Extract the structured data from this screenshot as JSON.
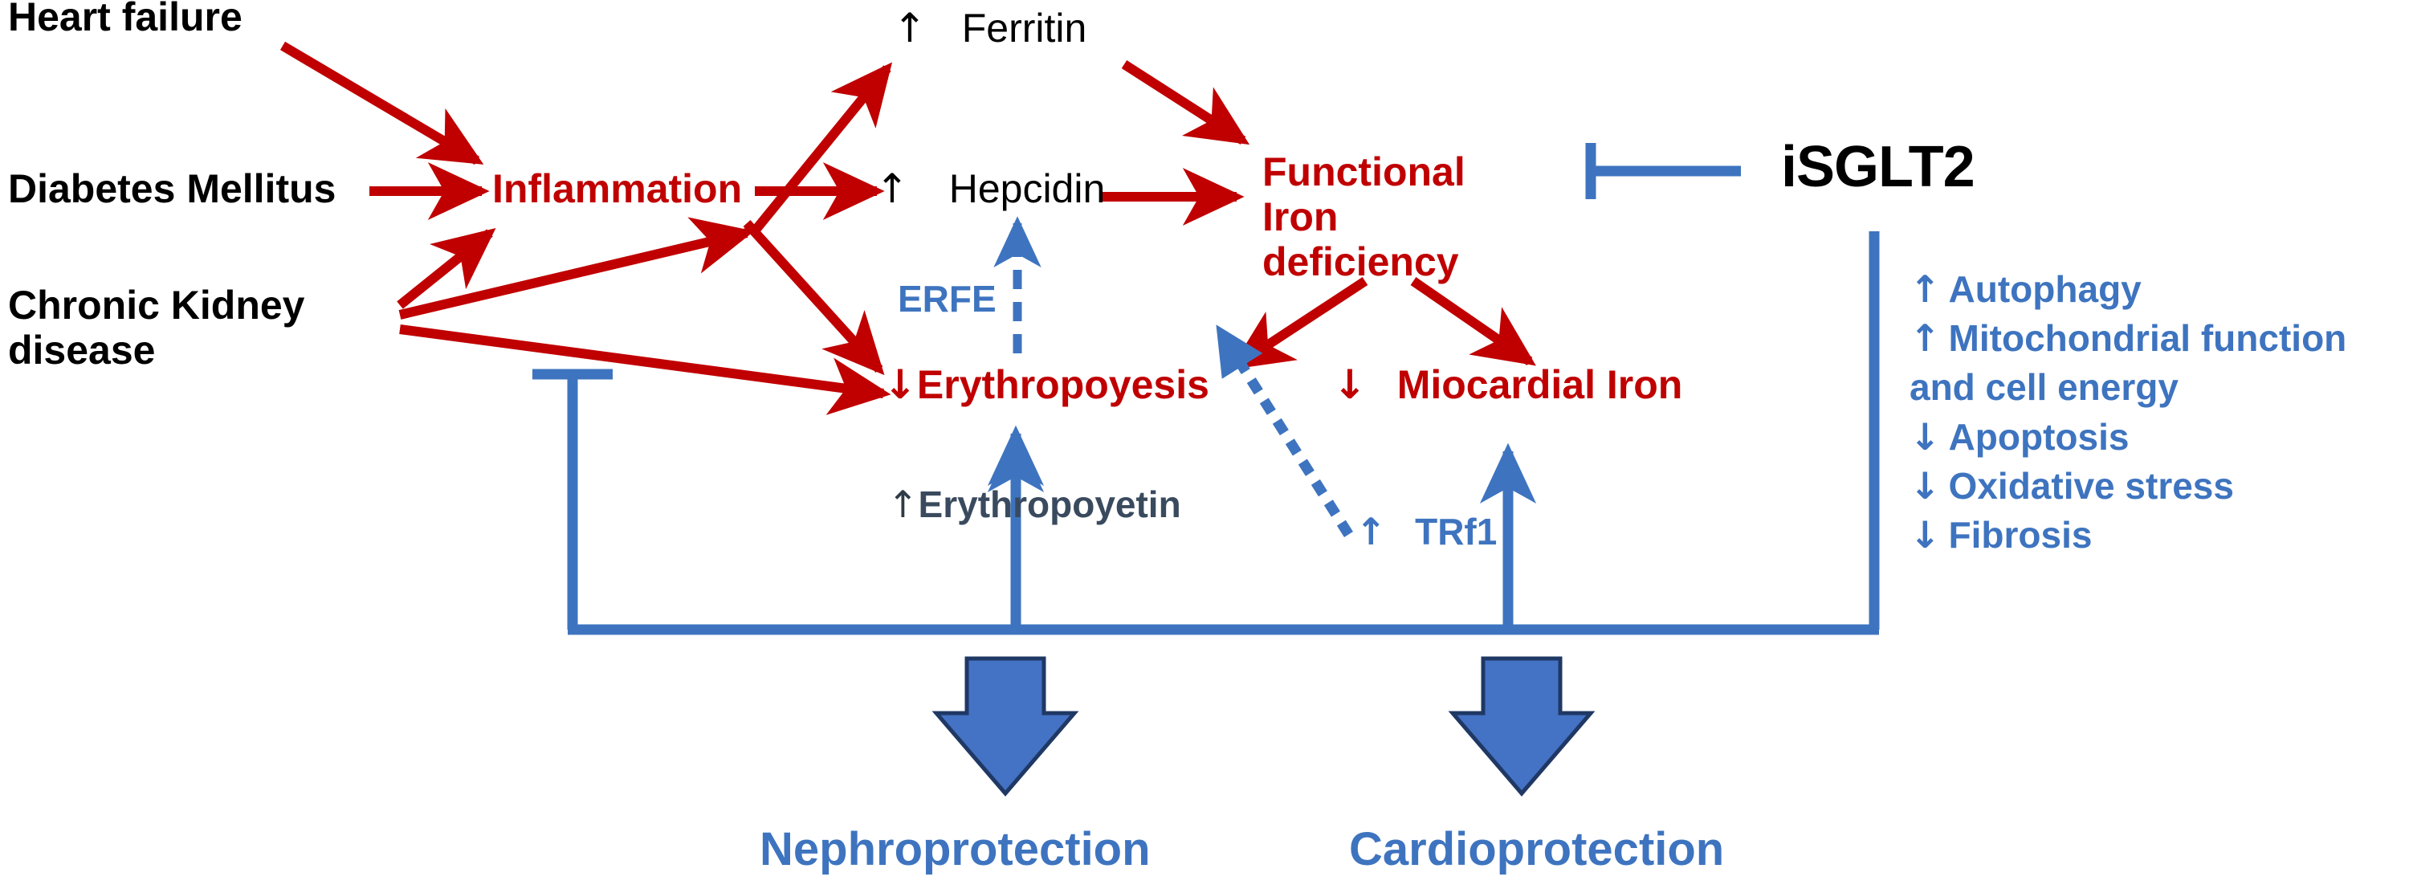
{
  "diagram": {
    "title": "Iron metabolism and iSGLT2 mechanism pathway",
    "colors": {
      "red": "#C00000",
      "blue": "#3E74BF",
      "black": "#000000",
      "slate": "#3A4A5E",
      "arrow_outline": "#1F3864",
      "background": "#FFFFFF"
    }
  },
  "causes": {
    "heart_failure": "Heart failure",
    "diabetes_mellitus": "Diabetes Mellitus",
    "chronic_kidney_disease": "Chronic Kidney disease"
  },
  "nodes": {
    "inflammation": "Inflammation",
    "ferritin_arrow": "↑",
    "ferritin": "Ferritin",
    "hepcidin_arrow": "↑",
    "hepcidin": "Hepcidin",
    "functional_iron_deficiency": "Functional Iron deficiency",
    "erfe": "ERFE",
    "erythropoyesis_arrow": "↓",
    "erythropoyesis": "Erythropoyesis",
    "miocardial_iron_arrow": "↓",
    "miocardial_iron": "Miocardial Iron",
    "erythropoyetin_arrow": "↑",
    "erythropoyetin": "Erythropoyetin",
    "trf1_arrow": "↑",
    "trf1": "TRf1",
    "isglt2": "iSGLT2"
  },
  "benefits": [
    {
      "arrow": "↑",
      "text": "Autophagy"
    },
    {
      "arrow": "↑",
      "text": "Mitochondrial function and cell energy"
    },
    {
      "arrow": "↓",
      "text": "Apoptosis"
    },
    {
      "arrow": "↓",
      "text": "Oxidative stress"
    },
    {
      "arrow": "↓",
      "text": "Fibrosis"
    }
  ],
  "outcomes": {
    "nephroprotection": "Nephroprotection",
    "cardioprotection": "Cardioprotection"
  }
}
